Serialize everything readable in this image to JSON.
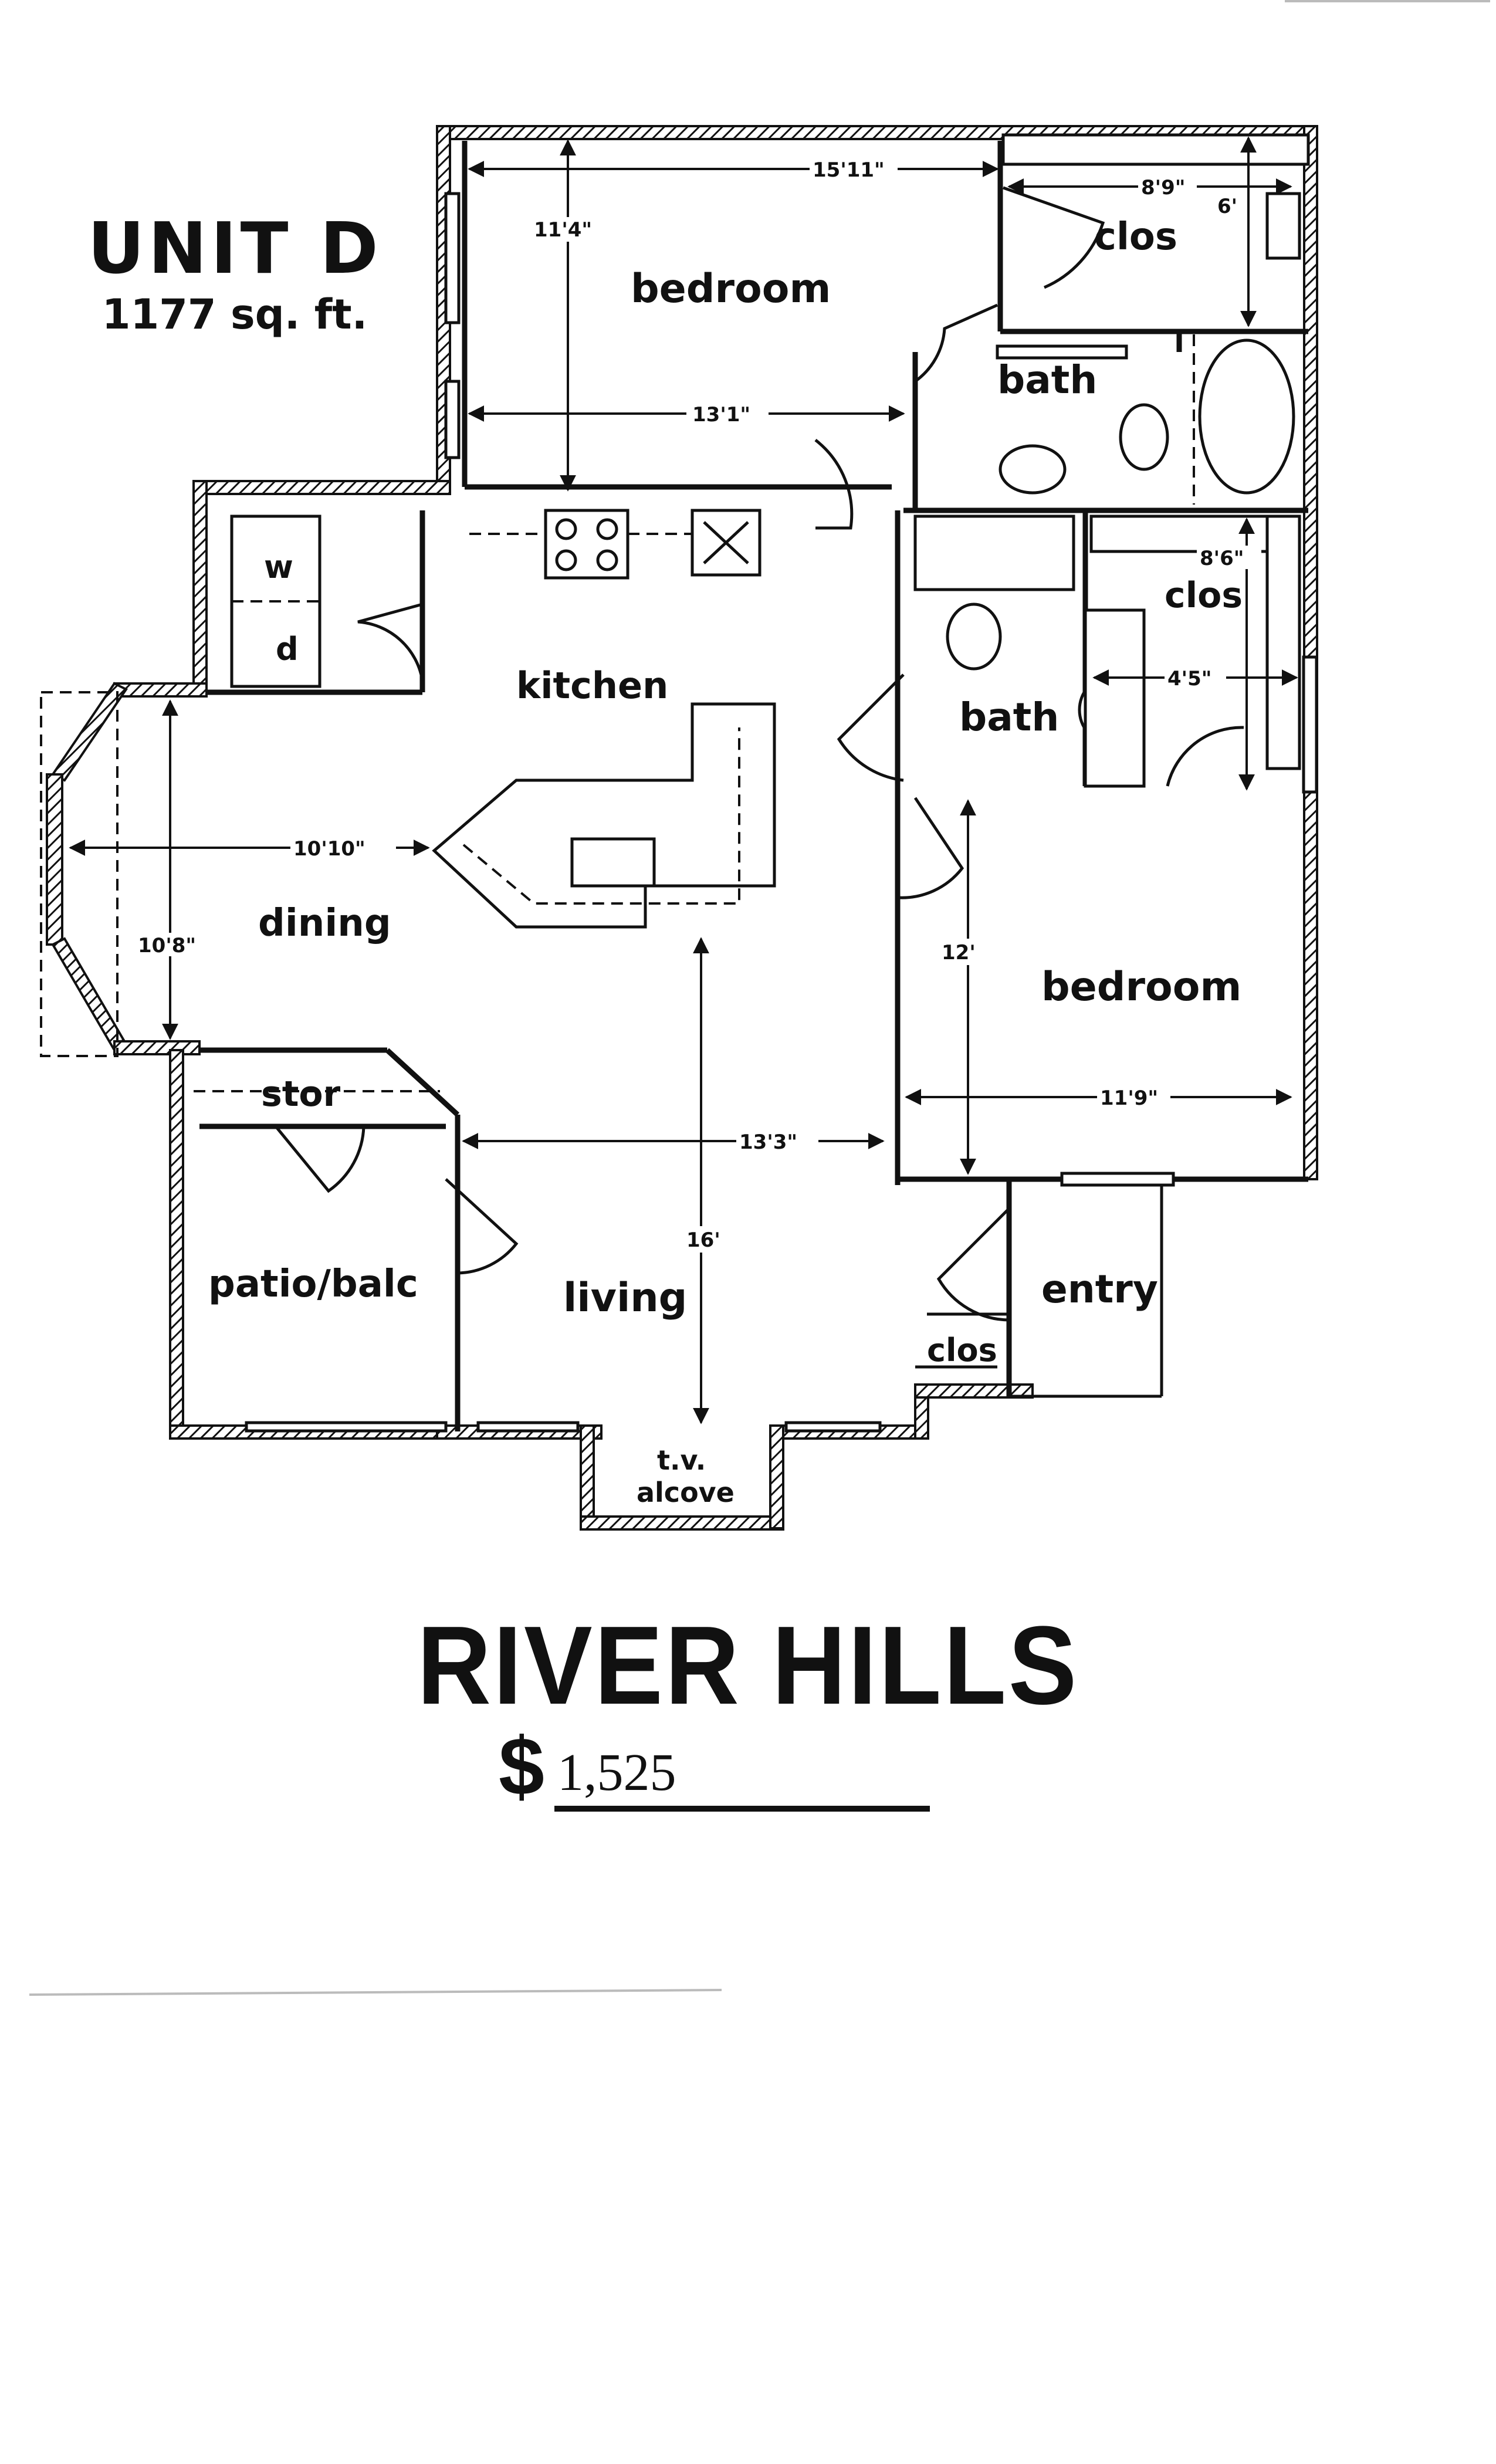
{
  "unit": {
    "name": "UNIT D",
    "area": "1177 sq. ft."
  },
  "property": {
    "name": "RIVER HILLS"
  },
  "price": {
    "symbol": "$",
    "value": "1,525"
  },
  "rooms": {
    "bedroom_master": "bedroom",
    "closet_master": "clos",
    "bath_master": "bath",
    "kitchen": "kitchen",
    "washer": "w",
    "dryer": "d",
    "dining": "dining",
    "bath_second": "bath",
    "closet_second": "clos",
    "bedroom_second": "bedroom",
    "storage": "stor",
    "patio": "patio/balc",
    "living": "living",
    "entry": "entry",
    "closet_entry": "clos",
    "tv_alcove_line1": "t.v.",
    "tv_alcove_line2": "alcove"
  },
  "dimensions": {
    "master_width": "15'11\"",
    "master_depth": "11'4\"",
    "master_inner_width": "13'1\"",
    "master_closet_width": "8'9\"",
    "master_closet_depth": "6'",
    "dining_width": "10'10\"",
    "dining_depth": "10'8\"",
    "second_closet_depth": "8'6\"",
    "second_closet_width": "4'5\"",
    "second_bedroom_depth": "12'",
    "second_bedroom_width": "11'9\"",
    "living_width": "13'3\"",
    "living_depth": "16'"
  },
  "colors": {
    "ink": "#111111",
    "paper": "#ffffff"
  }
}
